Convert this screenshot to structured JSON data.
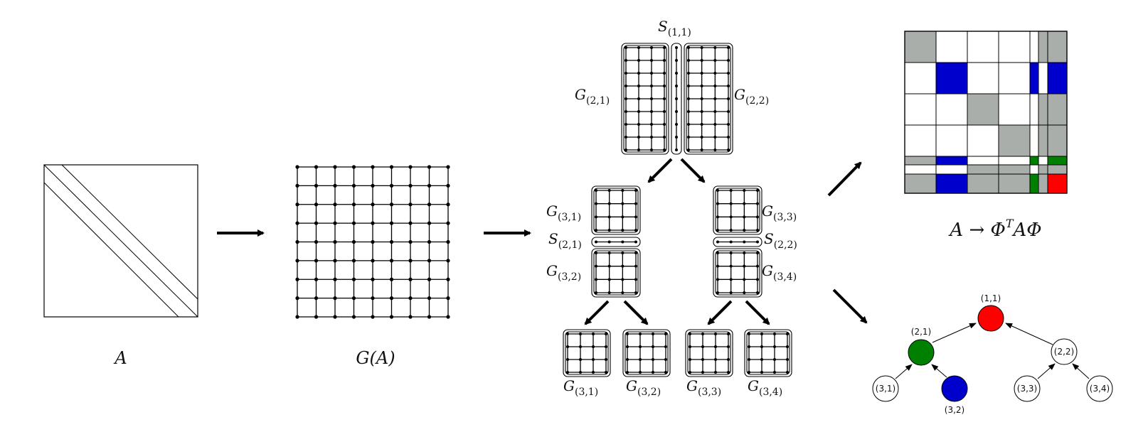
{
  "labels": {
    "matrix": "A",
    "graph": "G(A)",
    "transform": "A → Φ",
    "transform_sup": "T",
    "transform_tail": "AΦ"
  },
  "separators": {
    "s11": {
      "base": "S",
      "sub": "(1,1)"
    },
    "s21": {
      "base": "S",
      "sub": "(2,1)"
    },
    "s22": {
      "base": "S",
      "sub": "(2,2)"
    }
  },
  "subgraphs": {
    "g21": {
      "base": "G",
      "sub": "(2,1)"
    },
    "g22": {
      "base": "G",
      "sub": "(2,2)"
    },
    "g31_mid": {
      "base": "G",
      "sub": "(3,1)"
    },
    "g32_mid": {
      "base": "G",
      "sub": "(3,2)"
    },
    "g33_mid": {
      "base": "G",
      "sub": "(3,3)"
    },
    "g34_mid": {
      "base": "G",
      "sub": "(3,4)"
    },
    "g31_bot": {
      "base": "G",
      "sub": "(3,1)"
    },
    "g32_bot": {
      "base": "G",
      "sub": "(3,2)"
    },
    "g33_bot": {
      "base": "G",
      "sub": "(3,3)"
    },
    "g34_bot": {
      "base": "G",
      "sub": "(3,4)"
    }
  },
  "tree": {
    "n11": {
      "label": "(1,1)",
      "color": "#ff0000"
    },
    "n21": {
      "label": "(2,1)",
      "color": "#008000"
    },
    "n22": {
      "label": "(2,2)",
      "color": "#ffffff"
    },
    "n31": {
      "label": "(3,1)",
      "color": "#ffffff"
    },
    "n32": {
      "label": "(3,2)",
      "color": "#0000cc"
    },
    "n33": {
      "label": "(3,3)",
      "color": "#ffffff"
    },
    "n34": {
      "label": "(3,4)",
      "color": "#ffffff"
    }
  },
  "colors": {
    "gray": "#aaaeaa",
    "blue": "#0000cc",
    "green": "#008000",
    "red": "#ff0000"
  }
}
